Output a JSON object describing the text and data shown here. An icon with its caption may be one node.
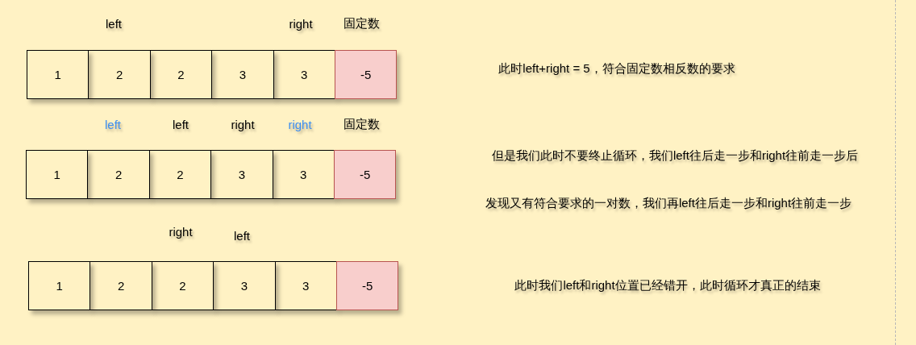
{
  "diagram": {
    "nodes": [
      {
        "text": [
          "1"
        ]
      },
      {
        "text": [
          "2"
        ]
      },
      {
        "text": [
          "2"
        ]
      },
      {
        "text": [
          "3"
        ]
      },
      {
        "text": [
          "3"
        ]
      },
      {
        "text": [
          "-5"
        ]
      },
      {
        "text": [
          "1"
        ]
      },
      {
        "text": [
          "2"
        ]
      },
      {
        "text": [
          "2"
        ]
      },
      {
        "text": [
          "3"
        ]
      },
      {
        "text": [
          "3"
        ]
      },
      {
        "text": [
          "-5"
        ]
      },
      {
        "text": [
          "1"
        ]
      },
      {
        "text": [
          "2"
        ]
      },
      {
        "text": [
          "2"
        ]
      },
      {
        "text": [
          "3"
        ]
      },
      {
        "text": [
          "3"
        ]
      },
      {
        "text": [
          "-5"
        ]
      }
    ],
    "labels": [
      "left",
      "right",
      "固定数",
      "此时left+right = 5，符合固定数相反数的要求",
      "left",
      "left",
      "right",
      "right",
      "固定数",
      "但是我们此时不要终止循环，我们left往后走一步和right往前走一步后",
      "发现又有符合要求的一对数，我们再left往后走一步和right往前走一步",
      "right",
      "left",
      "此时我们left和right位置已经错开，此时循环才真正的结束"
    ]
  }
}
